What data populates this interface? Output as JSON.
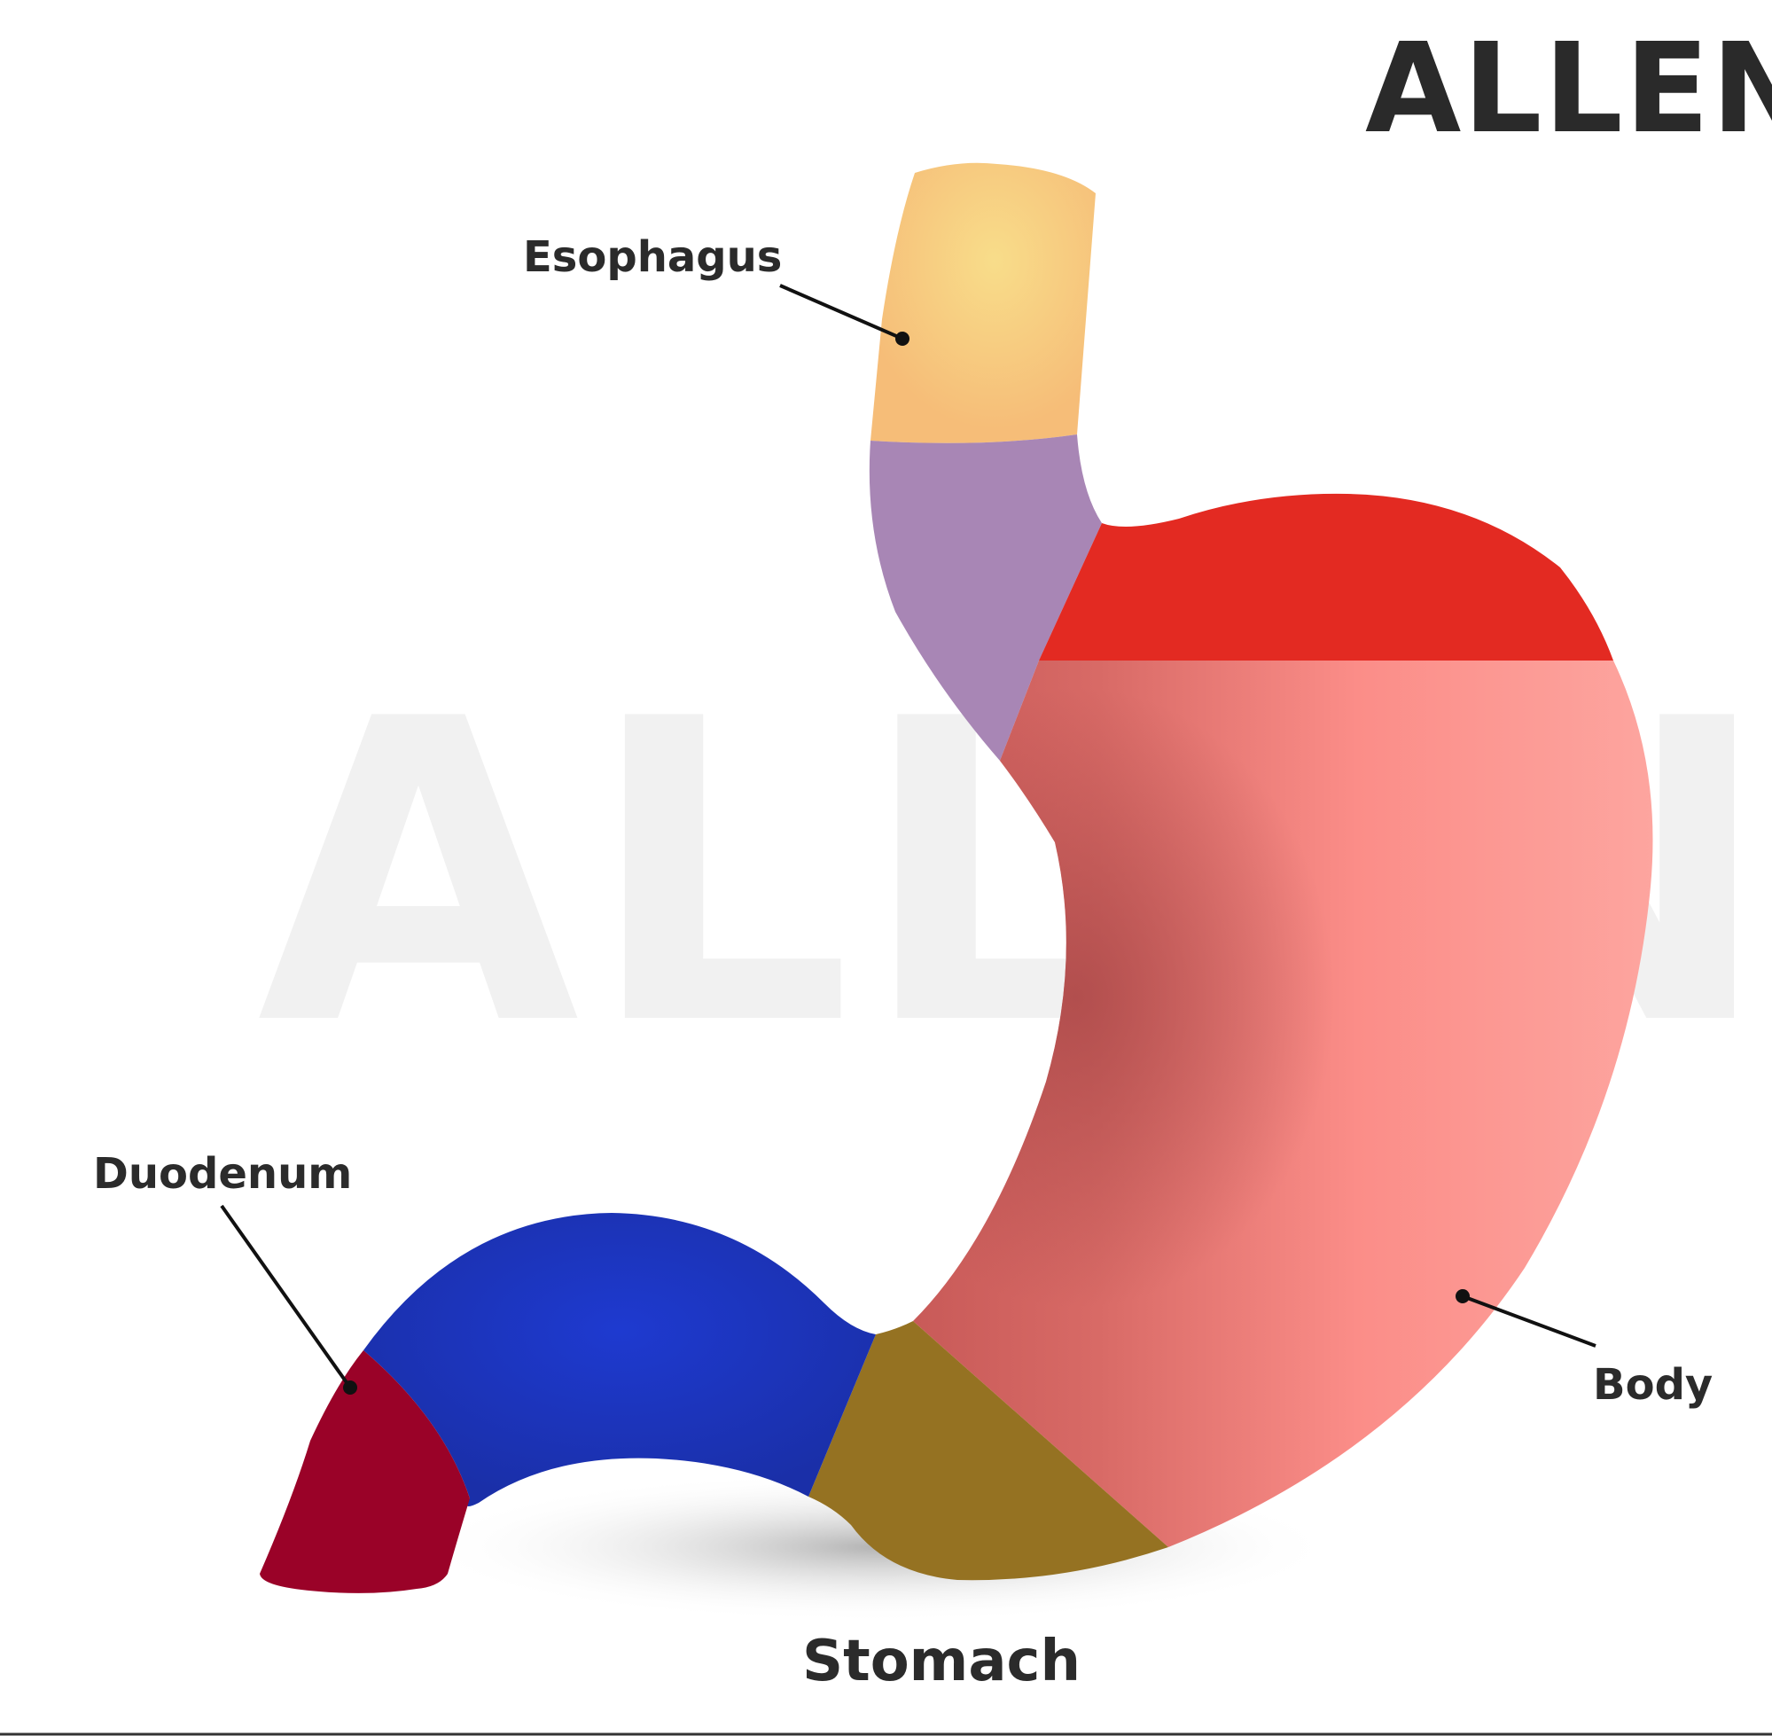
{
  "logo": {
    "text": "ALLEN"
  },
  "watermark": {
    "text": "ALLEN"
  },
  "title": "Stomach",
  "labels": {
    "esophagus": "Esophagus",
    "duodenum": "Duodenum",
    "body": "Body"
  },
  "colors": {
    "esophagus": "#f6c27c",
    "cardia": "#a886b5",
    "fundus": "#e32a22",
    "body": "#fa8c87",
    "pylorus": "#957222",
    "duodenum_tube": "#1b34b6",
    "duodenum_end": "#9a0228",
    "text": "#2b2b2b"
  }
}
